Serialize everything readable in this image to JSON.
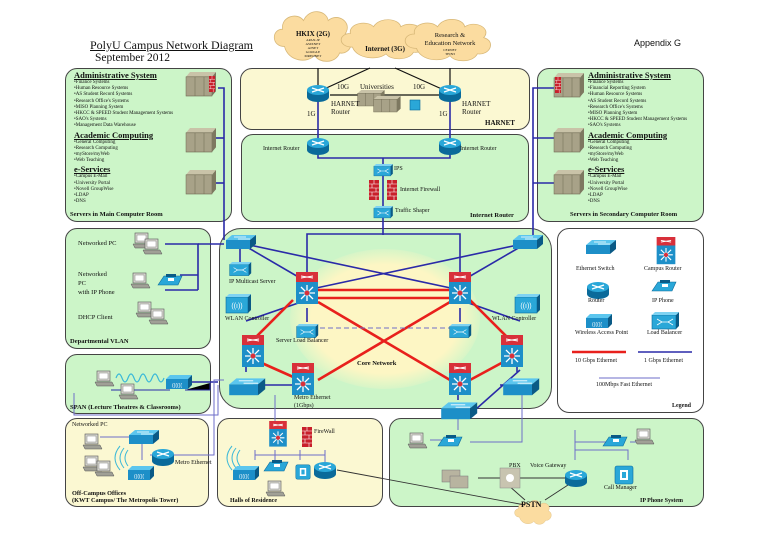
{
  "header": {
    "title": "PolyU Campus Network Diagram",
    "subtitle": "September 2012",
    "appendix": "Appendix G"
  },
  "clouds": {
    "hkix": {
      "title": "HKIX (2G)",
      "items": [
        "APAN-JP",
        "ASIXNET",
        "AJNET",
        "GOOGLE",
        "MREONET"
      ]
    },
    "internet": {
      "title": "Internet (3G)"
    },
    "research": {
      "title": "Research &",
      "title2": "Education Network",
      "items": [
        "CERNET",
        "TEIN3"
      ]
    },
    "pstn": {
      "title": "PSTN"
    }
  },
  "harnet": {
    "title": "HARNET",
    "universities": "Universities",
    "link_10g_left": "10G",
    "link_10g_right": "10G",
    "link_1g_left": "1G",
    "link_1g_right": "1G",
    "router_left": [
      "HARNET",
      "Router"
    ],
    "router_right": [
      "HARNET",
      "Router"
    ]
  },
  "internet_router": {
    "title": "Internet Router",
    "router_left": "Internet Router",
    "router_right": "Internet Router",
    "ips": "IPS",
    "firewall": "Internet Firewall",
    "shaper": "Traffic Shaper"
  },
  "main_servers": {
    "title": "Servers in Main Computer Room",
    "groups": [
      {
        "heading": "Administrative System",
        "items": [
          "•Finance Systems",
          "•Human Resource Systems",
          "•AS Student Record Systems",
          "•Research Office's Systems",
          "•MISO Planning System",
          "•HKCC & SPEED Student Management Systems",
          "•SAO's Systems",
          "•Management Data Warehouse"
        ]
      },
      {
        "heading": "Academic Computing",
        "items": [
          "•General Computing",
          "•Research Computing",
          "•myStore/myWeb",
          "•Web Teaching"
        ]
      },
      {
        "heading": "e-Services",
        "items": [
          "•Campus E-Mail",
          "•University Portal",
          "•Novell GroupWise",
          "•LDAP",
          "•DNS"
        ]
      }
    ]
  },
  "secondary_servers": {
    "title": "Servers in Secondary Computer Room",
    "groups": [
      {
        "heading": "Administrative System",
        "items": [
          "•Finance Systems",
          "•Financial Reporting System",
          "•Human Resource Systems",
          "•AS Student Record Systems",
          "•Research Office's Systems",
          "•MISO Planning System",
          "•HKCC & SPEED Student Management Systems",
          "•SAO's Systems"
        ]
      },
      {
        "heading": "Academic Computing",
        "items": [
          "•General Computing",
          "•Research Computing",
          "•myStore/myWeb",
          "•Web Teaching"
        ]
      },
      {
        "heading": "e-Services",
        "items": [
          "•Campus E-Mail",
          "•University Portal",
          "•Novell GroupWise",
          "•LDAP",
          "•DNS"
        ]
      }
    ]
  },
  "dept_vlan": {
    "title": "Departmental VLAN",
    "pc": "Networked PC",
    "pc_phone": [
      "Networked",
      "PC",
      "with IP Phone"
    ],
    "dhcp": "DHCP Client"
  },
  "span": {
    "title": "SPAN (Lecture Theatres & Classrooms)"
  },
  "core": {
    "title": "Core Network",
    "multicast": "IP Multicast Server",
    "wlan_left": "WLAN Controller",
    "wlan_right": "WLAN Controller",
    "slb": "Server Load Balancer",
    "metro": "Metro Ethernet",
    "metro_speed": "(1Gbps)"
  },
  "legend": {
    "title": "Legend",
    "items": [
      "Ethernet Switch",
      "Campus Router",
      "Router",
      "IP Phone",
      "Wireless Access Point",
      "Load Balancer"
    ],
    "line_10g": "10 Gbps Ethernet",
    "line_1g": "1 Gbps Ethernet",
    "line_100m": "100Mbps Fast Ethernet",
    "colors": {
      "10g": "#e8201c",
      "1g": "#2a2aa8",
      "100m": "#6e6ec8"
    }
  },
  "offcampus": {
    "title": "Off-Campus Offices",
    "title2": "(KWT Campus/ The Metropolis Tower)",
    "pc": "Networked PC",
    "metro": "Metro Ethernet"
  },
  "halls": {
    "title": "Halls of Residence",
    "firewall": "FireWall"
  },
  "ipphone": {
    "title": "IP Phone System",
    "pbx": "PBX",
    "gateway": "Voice Gateway",
    "callmanager": "Call Manager"
  }
}
